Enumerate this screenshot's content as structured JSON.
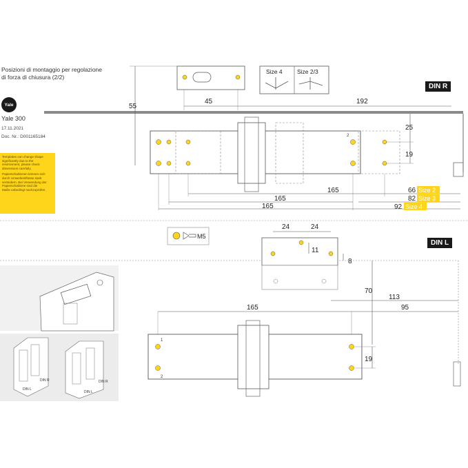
{
  "header": {
    "title_line1": "Posizioni di montaggio per regolazione",
    "title_line2": "di forza di chiusura (2/2)",
    "logo": "Yale",
    "product": "Yale 300",
    "date": "17.11.2021",
    "doc_nr": "Doc. Nr.: D001165184"
  },
  "warning": {
    "en": [
      "Templates can change shape",
      "significantly due to the",
      "environment, please check",
      "dimensions carefully."
    ],
    "de": [
      "Papierschablonen können sich",
      "durch Umwelteinflüsse stark",
      "verändern. Bei Verwendung der",
      "Papierschablone sind die",
      "Maße unbedingt nachzuprüfen."
    ]
  },
  "din_r": {
    "label": "DIN R",
    "size_labels": [
      "Size 4",
      "Size 2/3"
    ],
    "dims": {
      "d55": "55",
      "d45": "45",
      "d192": "192",
      "d25": "25",
      "d19": "19",
      "d165a": "165",
      "d165b": "165",
      "d165c": "165",
      "d66": "66",
      "d82": "82",
      "d92": "92"
    },
    "sizes": {
      "s2": "Size 2",
      "s3": "Size 3",
      "s4": "Size 4"
    }
  },
  "screw": {
    "label": "M5"
  },
  "din_l": {
    "label": "DIN L",
    "dims": {
      "d24a": "24",
      "d24b": "24",
      "d11": "11",
      "d8": "8",
      "d70": "70",
      "d113": "113",
      "d165": "165",
      "d95": "95",
      "d19": "19"
    }
  },
  "door_labels": {
    "din_l_a": "DIN L",
    "din_r": "DIN R",
    "din_l_b": "DIN L",
    "din_r_b": "DIN R"
  },
  "body_marks": {
    "n1": "1",
    "n2": "2"
  },
  "colors": {
    "highlight": "#ffd51c",
    "line": "#555555",
    "dim": "#333333"
  }
}
